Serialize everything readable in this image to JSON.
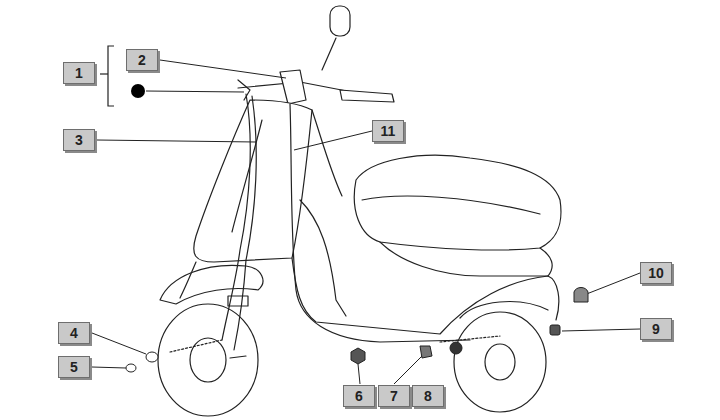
{
  "diagram": {
    "nodes": [
      {
        "text": [
          "1"
        ]
      },
      {
        "text": [
          "2"
        ]
      },
      {
        "text": [
          "3"
        ]
      },
      {
        "text": [
          "4"
        ]
      },
      {
        "text": [
          "5"
        ]
      },
      {
        "text": [
          "6"
        ]
      },
      {
        "text": [
          "7"
        ]
      },
      {
        "text": [
          "8"
        ]
      },
      {
        "text": [
          "9"
        ]
      },
      {
        "text": [
          "10"
        ]
      },
      {
        "text": [
          "11"
        ]
      }
    ]
  }
}
